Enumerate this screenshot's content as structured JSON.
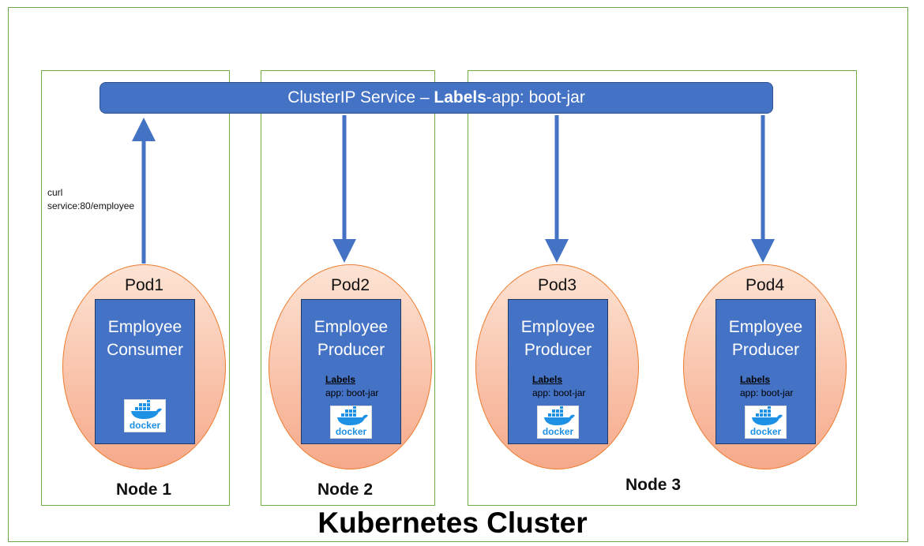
{
  "cluster": {
    "title": "Kubernetes Cluster"
  },
  "service": {
    "prefix": "ClusterIP Service – ",
    "bold": "Labels",
    "suffix": "-app: boot-jar"
  },
  "request": {
    "line1": "curl",
    "line2": "service:80/employee"
  },
  "nodes": [
    {
      "label": "Node 1"
    },
    {
      "label": "Node 2"
    },
    {
      "label": "Node 3"
    }
  ],
  "pods": [
    {
      "name": "Pod1",
      "line1": "Employee",
      "line2": "Consumer",
      "labels_header": "",
      "labels_value": "",
      "logo": "docker"
    },
    {
      "name": "Pod2",
      "line1": "Employee",
      "line2": "Producer",
      "labels_header": "Labels",
      "labels_value": "app: boot-jar",
      "logo": "docker"
    },
    {
      "name": "Pod3",
      "line1": "Employee",
      "line2": "Producer",
      "labels_header": "Labels",
      "labels_value": "app: boot-jar",
      "logo": "docker"
    },
    {
      "name": "Pod4",
      "line1": "Employee",
      "line2": "Producer",
      "labels_header": "Labels",
      "labels_value": "app: boot-jar",
      "logo": "docker"
    }
  ],
  "colors": {
    "service": "#4472c4",
    "pod_fill": "#f6a98a",
    "node_border": "#70ad47",
    "arrow": "#4472c4"
  }
}
